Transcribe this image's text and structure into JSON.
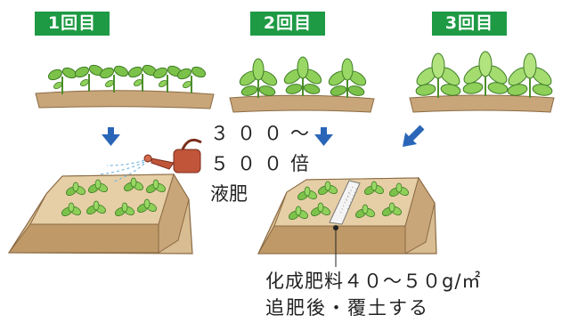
{
  "steps": [
    {
      "label": "1回目"
    },
    {
      "label": "2回目"
    },
    {
      "label": "3回目"
    }
  ],
  "liquid_fertilizer": {
    "line1": "３００～",
    "line2": "５００倍",
    "line3": "液肥"
  },
  "solid_fertilizer": {
    "line1": "化成肥料４０～５０g/㎡",
    "line2": "追肥後・覆土する"
  },
  "colors": {
    "badge": "#1e9a45",
    "arrow": "#2a66b8",
    "soil": "#c9a679",
    "leaf": "#6dba3c",
    "can": "#c0553a"
  },
  "icons": [
    "down-arrow-icon",
    "diagonal-arrow-icon",
    "watering-can-icon"
  ]
}
